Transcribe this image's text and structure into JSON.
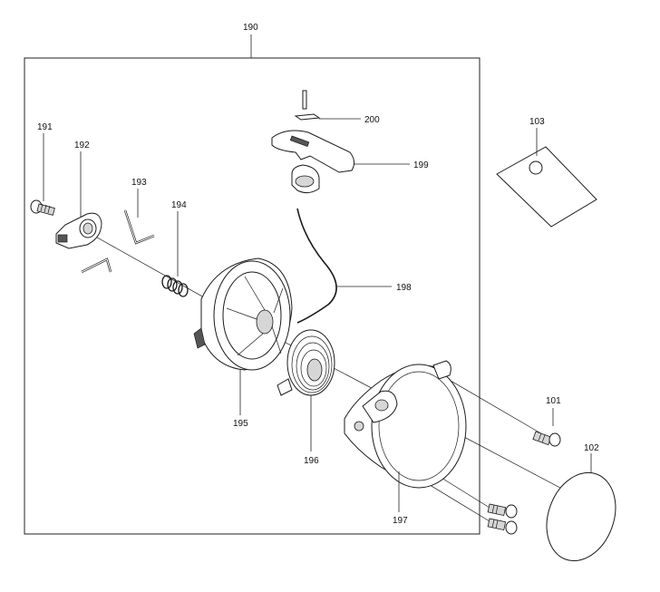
{
  "labels": {
    "assembly": "190",
    "p101": "101",
    "p102": "102",
    "p103": "103",
    "p191": "191",
    "p192": "192",
    "p193": "193",
    "p194": "194",
    "p195": "195",
    "p196": "196",
    "p197": "197",
    "p198": "198",
    "p199": "199",
    "p200": "200"
  }
}
